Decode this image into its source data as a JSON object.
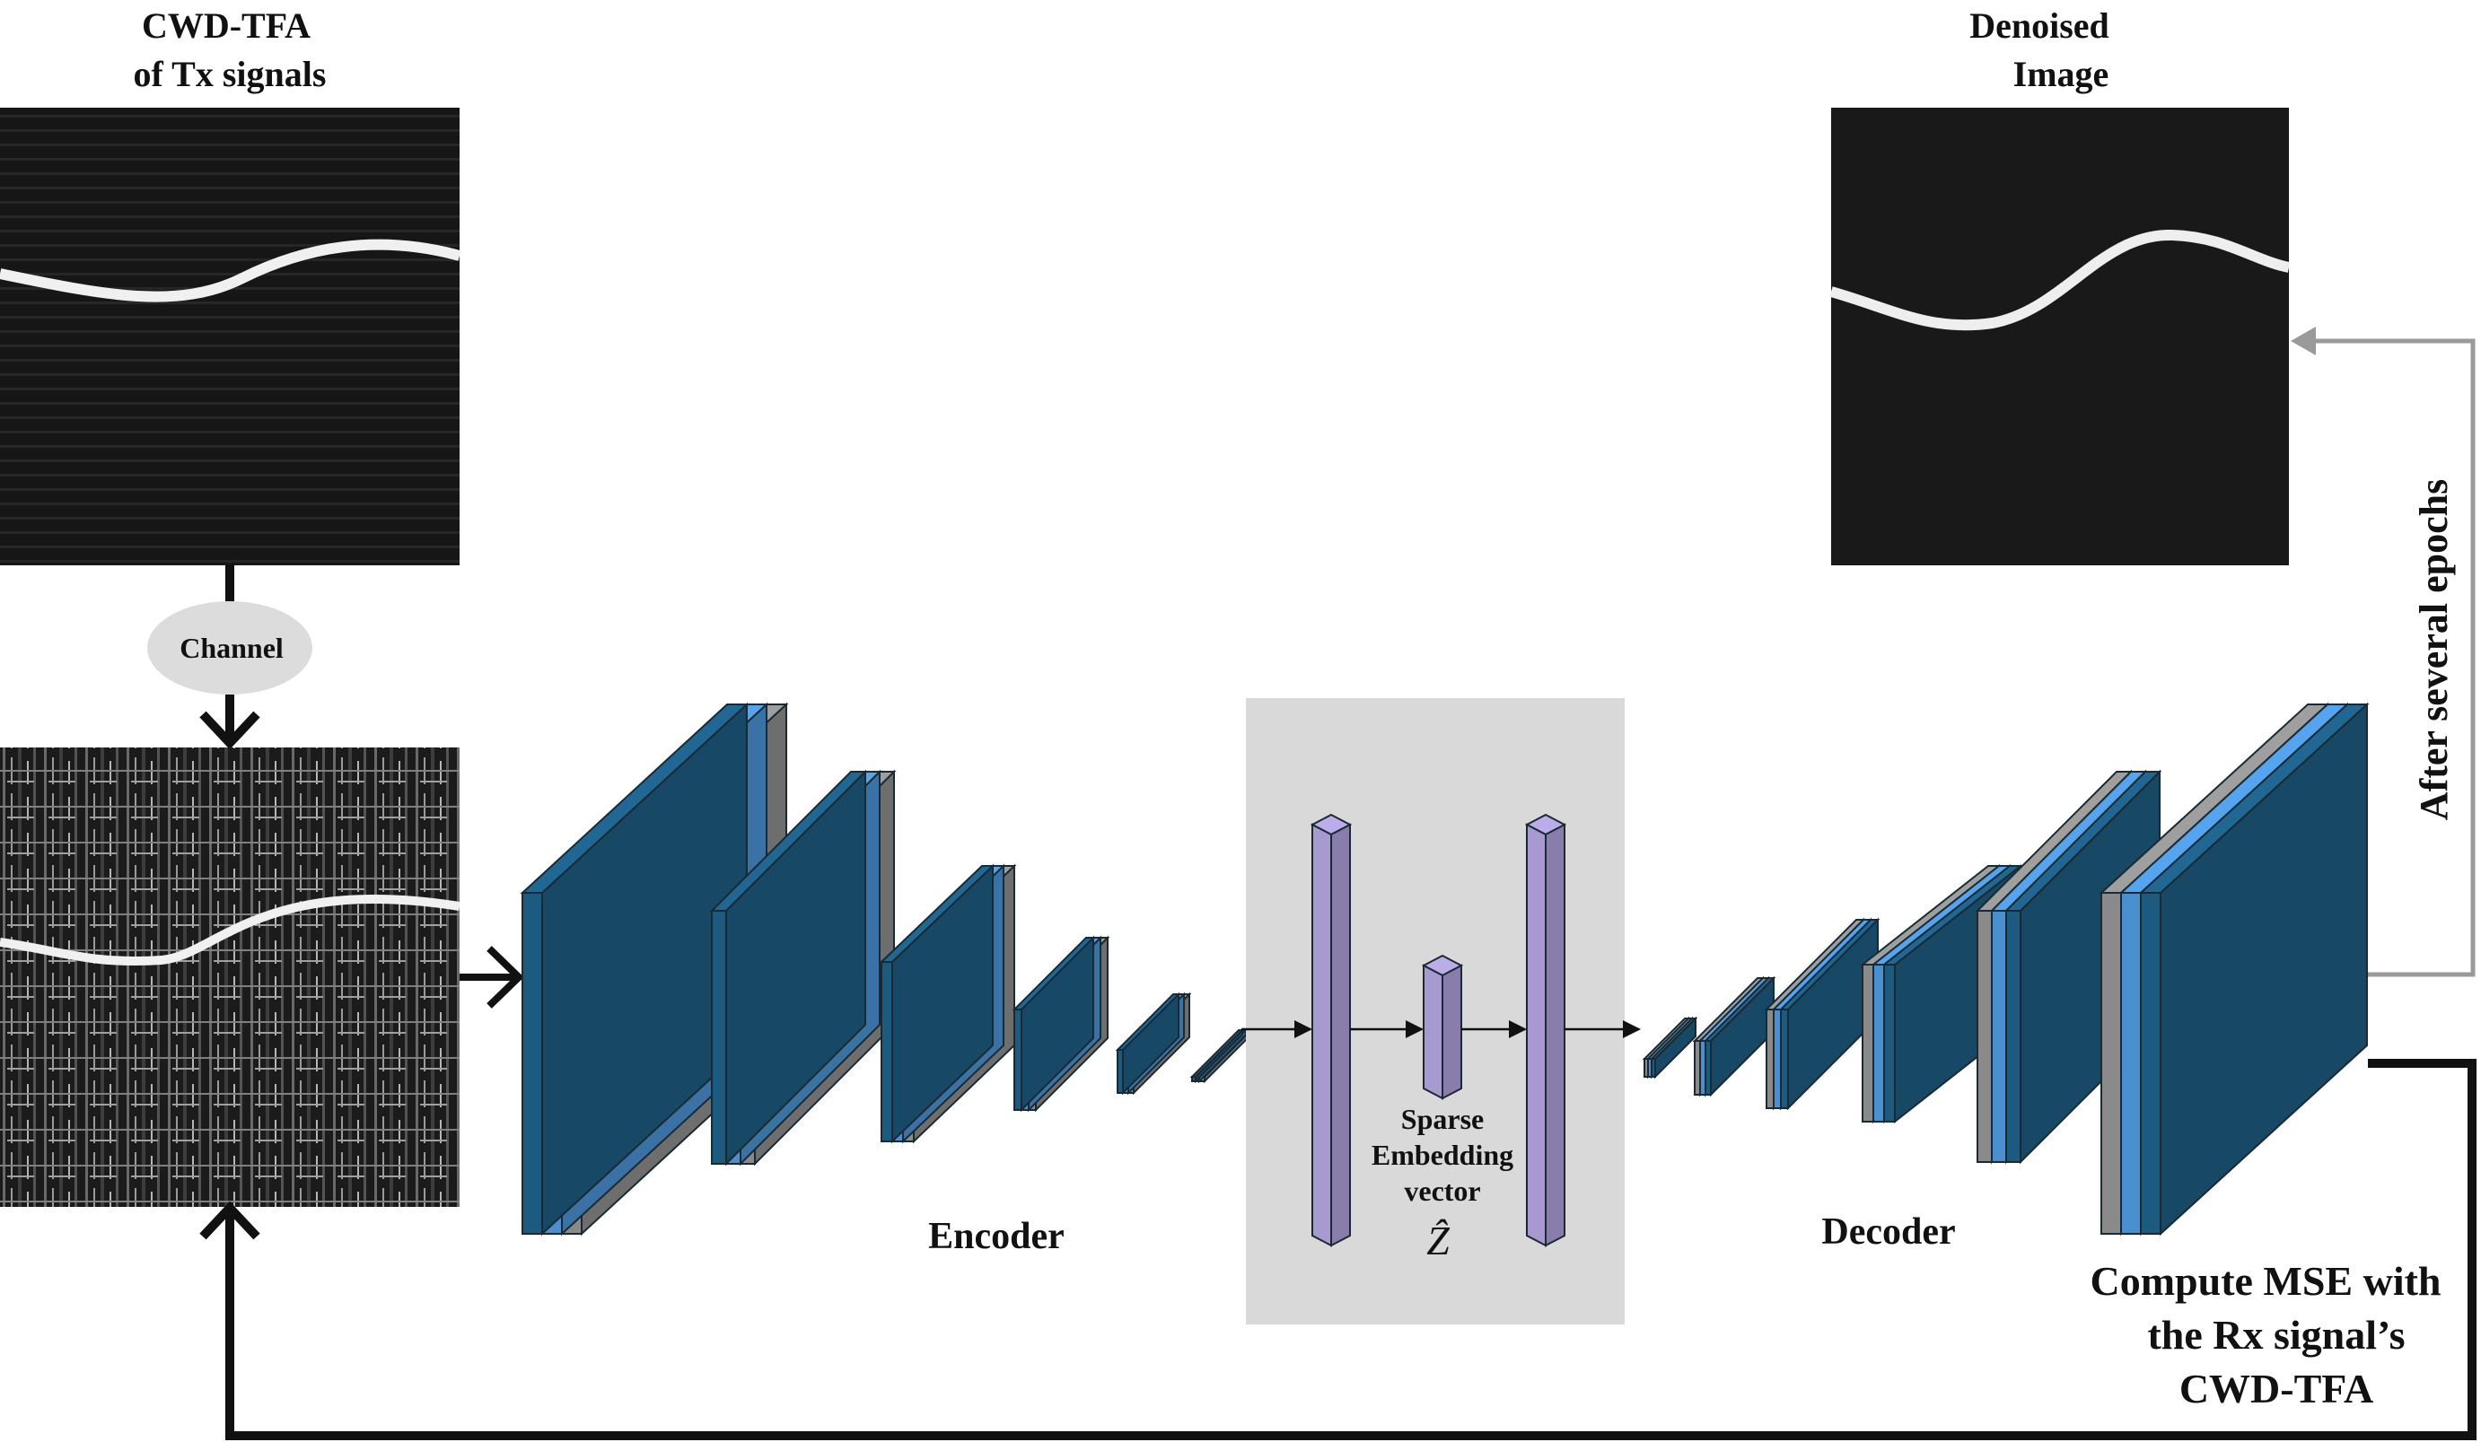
{
  "labels": {
    "tx_title_line1": "CWD-TFA",
    "tx_title_line2": "of Tx signals",
    "denoised_line1": "Denoised",
    "denoised_line2": "Image",
    "channel": "Channel",
    "encoder": "Encoder",
    "decoder": "Decoder",
    "embedding_line1": "Sparse",
    "embedding_line2": "Embedding",
    "embedding_line3": "vector",
    "embedding_symbol": "Ẑ",
    "epochs": "After several epochs",
    "mse_line1": "Compute MSE with",
    "mse_line2": "the Rx signal’s",
    "mse_line3": "CWD-TFA"
  },
  "colors": {
    "layer_dark_blue": "#1d5a80",
    "layer_light_blue": "#4a8fd0",
    "layer_gray": "#8a8a8a",
    "embedding_purple": "#a79ad1",
    "latent_panel": "#d9d9d9",
    "channel_ellipse": "#dcdcdc",
    "feedback_arrow": "#9a9a9a"
  },
  "icons": {
    "tx_image": "clean-sinusoid-tfa-image",
    "rx_image": "noisy-tfa-image",
    "denoised_image": "denoised-sinusoid-tfa-image"
  }
}
